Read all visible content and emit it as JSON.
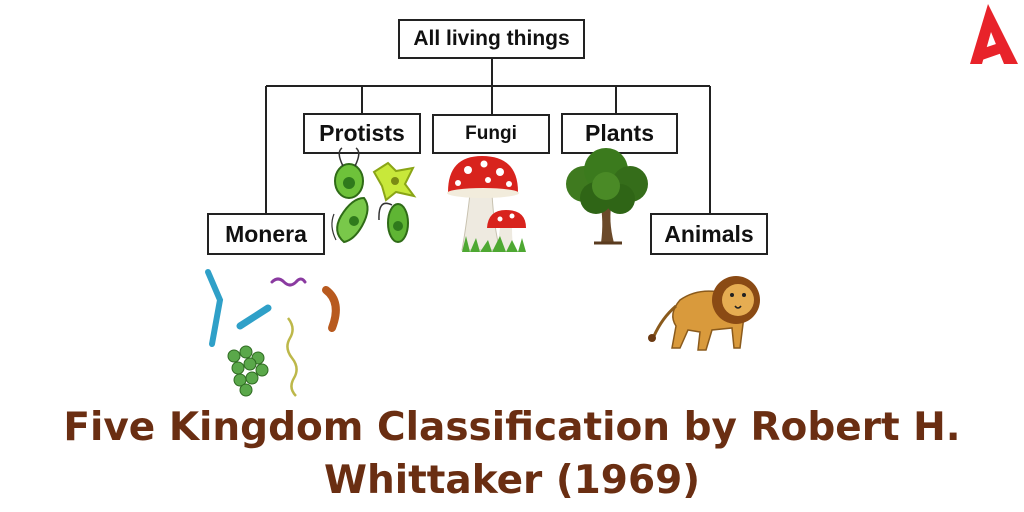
{
  "diagram": {
    "root": "All living things",
    "kingdoms": [
      "Monera",
      "Protists",
      "Fungi",
      "Plants",
      "Animals"
    ]
  },
  "caption": {
    "line1": "Five Kingdom Classification by  Robert H.",
    "line2": "Whittaker (1969)"
  },
  "colors": {
    "caption": "#6a2e12",
    "logo": "#e8232a",
    "connector": "#222222"
  },
  "icons": [
    "logo-icon",
    "bacteria-icon",
    "protist-icon",
    "mushroom-icon",
    "tree-icon",
    "lion-icon"
  ]
}
